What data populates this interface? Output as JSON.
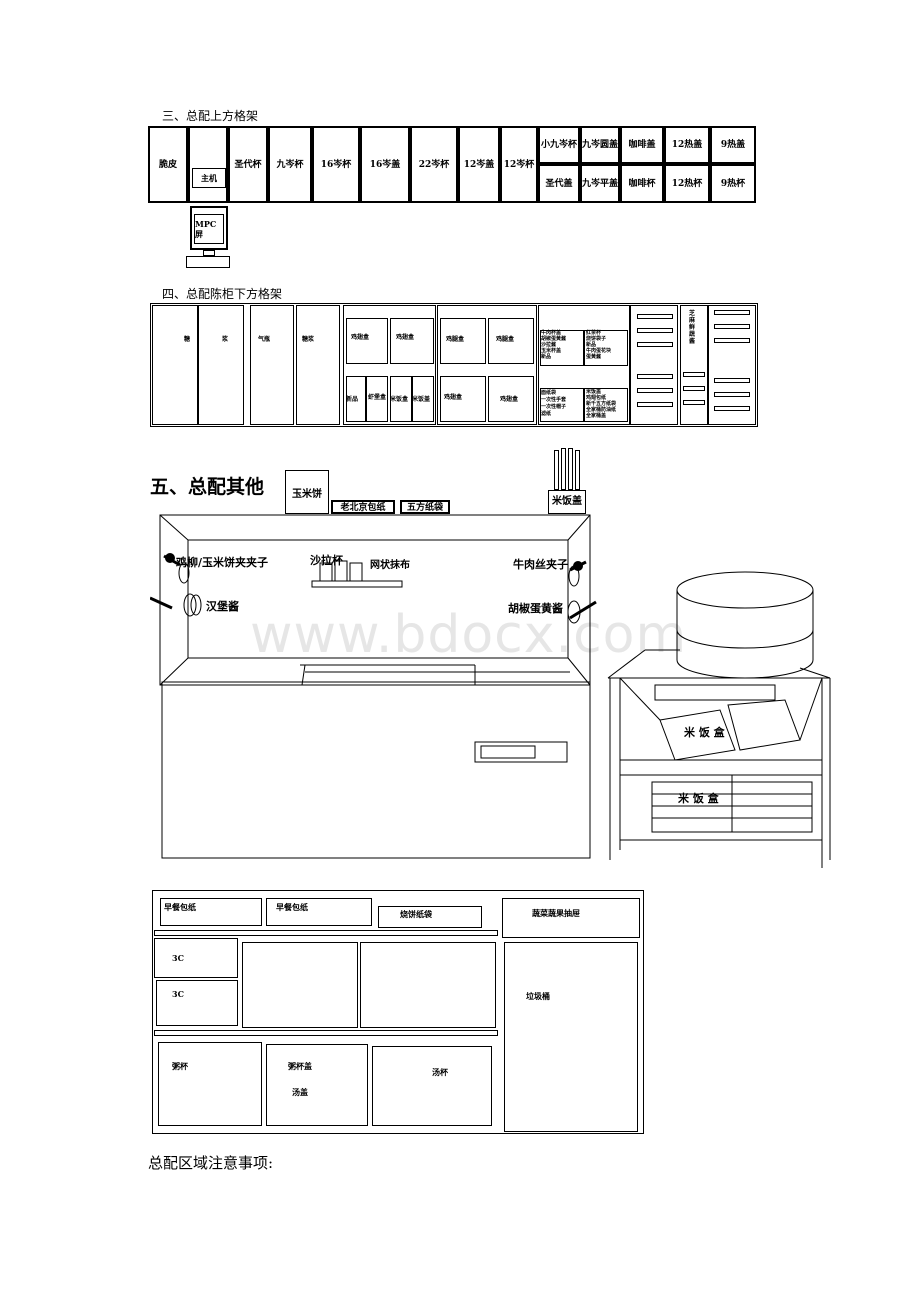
{
  "sections": {
    "s3_title": "三、总配上方格架",
    "s4_title": "四、总配陈柜下方格架",
    "s5_title": "五、总配其他",
    "notes_heading": "总配区域注意事项:"
  },
  "upper_shelf": {
    "cells": [
      "脆皮",
      "圣代杯",
      "九岑杯",
      "16岑杯",
      "16岑盖",
      "22岑杯",
      "12岑盖",
      "12岑杯"
    ],
    "host": "主机",
    "mpc": "MPC屏",
    "right_top": [
      "小九岑杯",
      "九岑圆盖",
      "咖啡盖",
      "12热盖",
      "9热盖"
    ],
    "right_bottom": [
      "圣代盖",
      "九岑平盖",
      "咖啡杯",
      "12热杯",
      "9热杯"
    ]
  },
  "lower_shelf": {
    "left": [
      "糖",
      "浆",
      "气瓶",
      "糖浆"
    ],
    "boxes_top": [
      "鸡翅盒",
      "鸡翅盒",
      "鸡腿盒",
      "鸡腿盒"
    ],
    "boxes_bottom": [
      "新品",
      "虾堡盒",
      "米饭盒",
      "米饭盖",
      "鸡翅盒",
      "鸡翅盒"
    ],
    "list_a": [
      "牛肉杯盖",
      "胡椒蛋黄酱",
      "沙拉酱",
      "玉米杯盖",
      "新品"
    ],
    "list_b": [
      "红茶杯",
      "烧饼袋子",
      "新品",
      "牛肉蛋花块",
      "蛋黄酱"
    ],
    "list_c": [
      "面纸袋",
      "一次性手套",
      "一次性帽子",
      "滤纸"
    ],
    "list_d": [
      "米饭盖",
      "鸡翅包纸",
      "新千五方纸袋",
      "全家桶防油纸",
      "全家桶盖"
    ],
    "vertical": "芝麻鲜蔬酱"
  },
  "other": {
    "corn_cake": "玉米饼",
    "beijing_wrap": "老北京包纸",
    "square_bag": "五方纸袋",
    "rice_lid": "米饭盖",
    "clip1": "鸡柳/玉米饼夹夹子",
    "salad_cup": "沙拉杯",
    "cloth": "网状抹布",
    "beef_clip": "牛肉丝夹子",
    "burger_sauce": "汉堡酱",
    "pepper_sauce": "胡椒蛋黄酱",
    "rice_box1": "米  饭  盒",
    "rice_box2": "米  饭  盒"
  },
  "bottom_cabinet": {
    "bf1": "早餐包纸",
    "bf2": "早餐包纸",
    "shaobing": "烧饼纸袋",
    "veg": "蔬菜蔬果抽屉",
    "c1": "3C",
    "c2": "3C",
    "trash": "垃圾桶",
    "porridge_cup": "粥杯",
    "porridge_lid": "粥杯盖",
    "soup_lid": "汤盖",
    "soup_cup": "汤杯"
  },
  "watermark": "www.bdocx.com"
}
